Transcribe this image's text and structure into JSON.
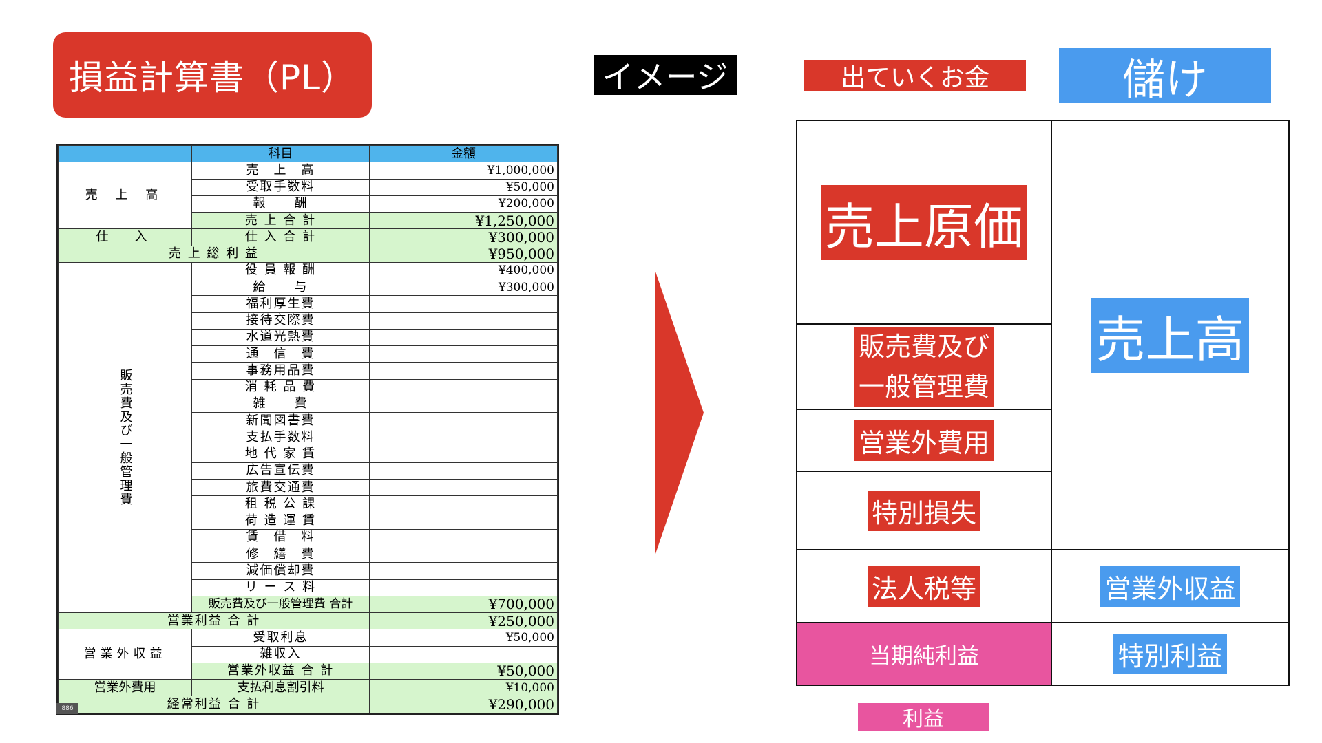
{
  "title": "損益計算書（PL）",
  "image_label": "イメージ",
  "outgoing_label": "出ていくお金",
  "gain_label": "儲け",
  "profit_label": "利益",
  "pl_table": {
    "headers": [
      "科目",
      "金額"
    ],
    "sales_category": "売 上 高",
    "sales_rows": [
      {
        "item": "売　上　高",
        "amount": "¥1,000,000"
      },
      {
        "item": "受取手数料",
        "amount": "¥50,000"
      },
      {
        "item": "報　　酬",
        "amount": "¥200,000"
      }
    ],
    "sales_total": {
      "item": "売 上 合 計",
      "amount": "¥1,250,000"
    },
    "purchase": {
      "category": "仕　入",
      "item": "仕 入 合 計",
      "amount": "¥300,000"
    },
    "gross_profit": {
      "label": "売 上 総 利 益",
      "amount": "¥950,000"
    },
    "sga_category": "販売費及び一般管理費",
    "sga_rows": [
      {
        "item": "役 員 報 酬",
        "amount": "¥400,000"
      },
      {
        "item": "給　　与",
        "amount": "¥300,000"
      },
      {
        "item": "福利厚生費",
        "amount": ""
      },
      {
        "item": "接待交際費",
        "amount": ""
      },
      {
        "item": "水道光熱費",
        "amount": ""
      },
      {
        "item": "通　信　費",
        "amount": ""
      },
      {
        "item": "事務用品費",
        "amount": ""
      },
      {
        "item": "消 耗 品 費",
        "amount": ""
      },
      {
        "item": "雑　　費",
        "amount": ""
      },
      {
        "item": "新聞図書費",
        "amount": ""
      },
      {
        "item": "支払手数料",
        "amount": ""
      },
      {
        "item": "地 代 家 賃",
        "amount": ""
      },
      {
        "item": "広告宣伝費",
        "amount": ""
      },
      {
        "item": "旅費交通費",
        "amount": ""
      },
      {
        "item": "租 税 公 課",
        "amount": ""
      },
      {
        "item": "荷 造 運 賃",
        "amount": ""
      },
      {
        "item": "賃　借　料",
        "amount": ""
      },
      {
        "item": "修　繕　費",
        "amount": ""
      },
      {
        "item": "減価償却費",
        "amount": ""
      },
      {
        "item": "リ ー ス 料",
        "amount": ""
      }
    ],
    "sga_total": {
      "item": "販売費及び一般管理費 合計",
      "amount": "¥700,000"
    },
    "operating_profit": {
      "label": "営業利益 合 計",
      "amount": "¥250,000"
    },
    "non_op_income_category": "営業外収益",
    "non_op_income_rows": [
      {
        "item": "受取利息",
        "amount": "¥50,000"
      },
      {
        "item": "雑収入",
        "amount": ""
      }
    ],
    "non_op_income_total": {
      "item": "営業外収益 合 計",
      "amount": "¥50,000"
    },
    "non_op_expense": {
      "category": "営業外費用",
      "item": "支払利息割引料",
      "amount": "¥10,000"
    },
    "ordinary_profit": {
      "label": "経常利益 合 計",
      "amount": "¥290,000"
    },
    "corner_mark": "886"
  },
  "diagram": {
    "cost_of_sales": "売上原価",
    "sga_line1": "販売費及び",
    "sga_line2": "一般管理費",
    "non_op_expenses": "営業外費用",
    "extraordinary_loss": "特別損失",
    "corporate_tax": "法人税等",
    "net_income": "当期純利益",
    "sales": "売上高",
    "non_op_income": "営業外収益",
    "extraordinary_gain": "特別利益"
  },
  "colors": {
    "red": "#d9372a",
    "blue": "#4a9bee",
    "pink": "#e8559f",
    "table_header": "#4fb4ec",
    "table_green": "#d6f5cd"
  }
}
